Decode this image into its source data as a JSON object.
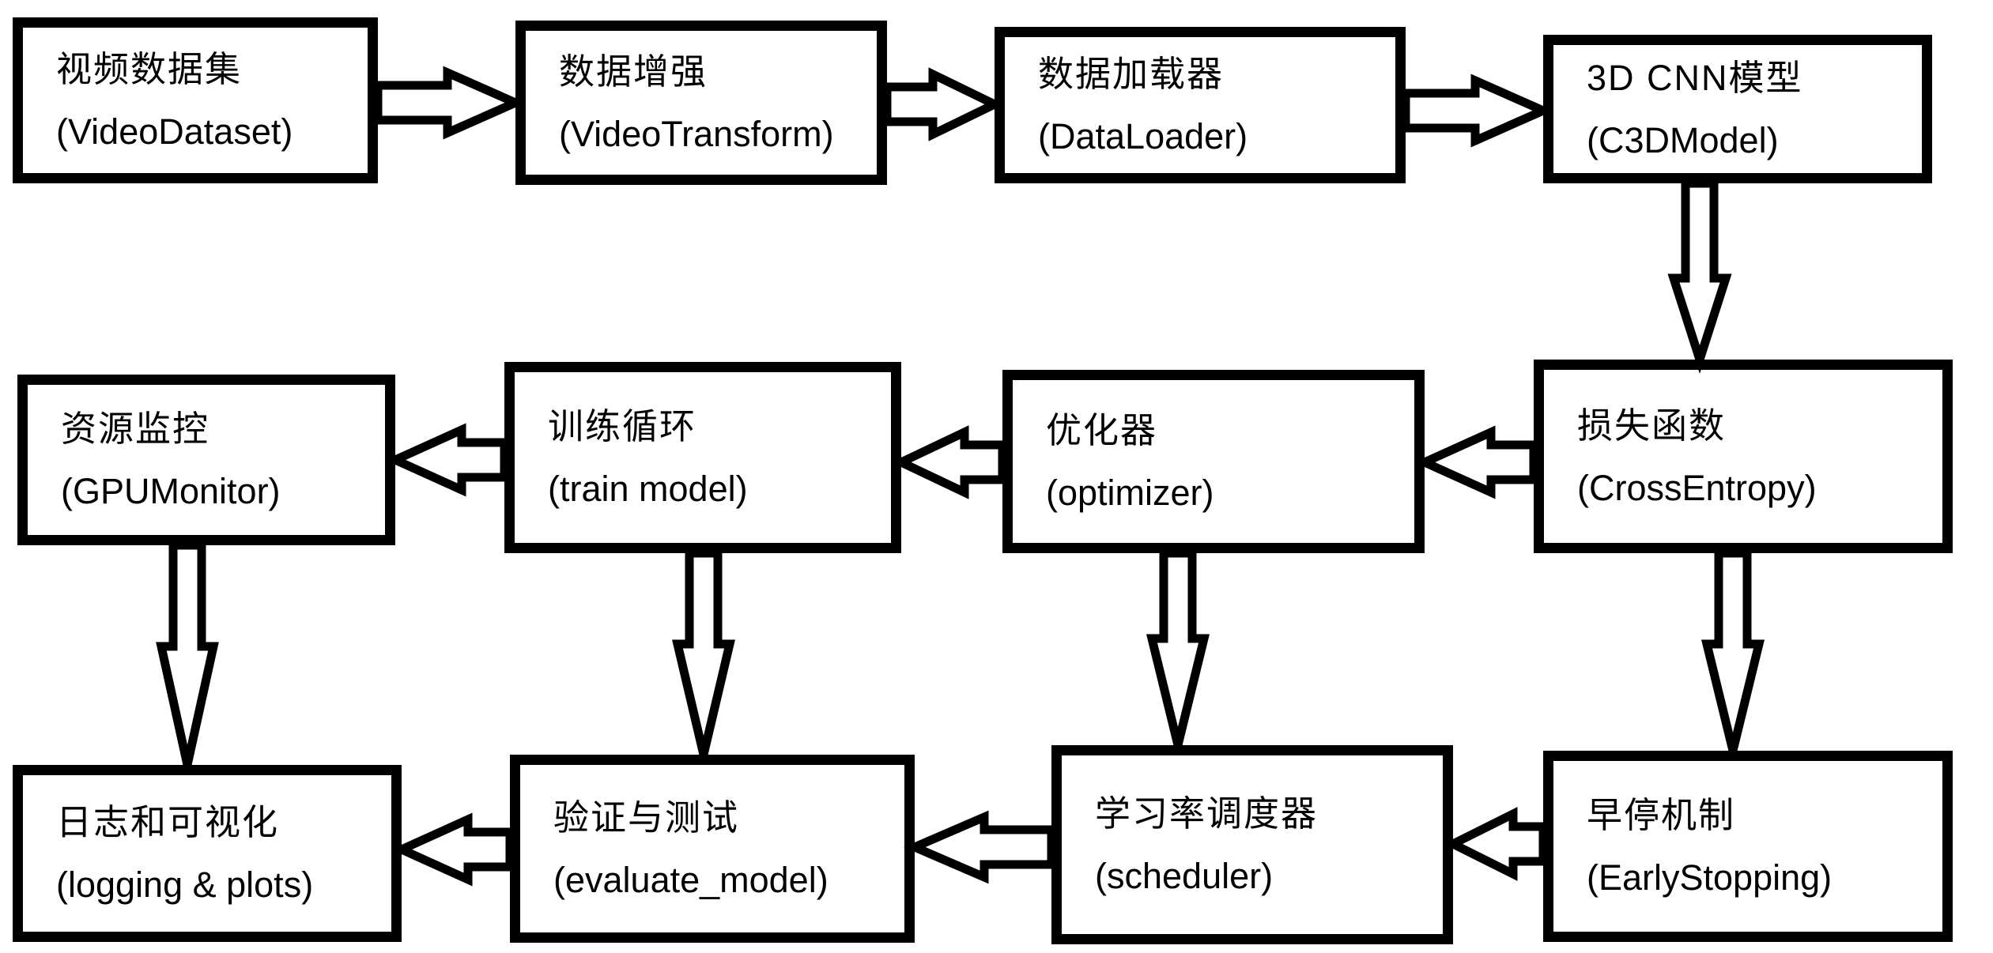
{
  "diagram": {
    "description": "3D CNN video training pipeline flowchart",
    "colors": {
      "node_border": "#000000",
      "node_fill": "#ffffff",
      "text": "#000000",
      "background": "#ffffff",
      "arrow_outline": "#000000",
      "arrow_fill": "#ffffff"
    },
    "nodes": [
      {
        "zh": "视频数据集",
        "en": "(VideoDataset)"
      },
      {
        "zh": "数据增强",
        "en": "(VideoTransform)"
      },
      {
        "zh": "数据加载器",
        "en": "(DataLoader)"
      },
      {
        "zh": "3D CNN模型",
        "en": "(C3DModel)"
      },
      {
        "zh": "损失函数",
        "en": "(CrossEntropy)"
      },
      {
        "zh": "优化器",
        "en": "(optimizer)"
      },
      {
        "zh": "训练循环",
        "en": "(train model)"
      },
      {
        "zh": "资源监控",
        "en": "(GPUMonitor)"
      },
      {
        "zh": "日志和可视化",
        "en": "(logging & plots)"
      },
      {
        "zh": "验证与测试",
        "en": "(evaluate_model)"
      },
      {
        "zh": "学习率调度器",
        "en": "(scheduler)"
      },
      {
        "zh": "早停机制",
        "en": "(EarlyStopping)"
      }
    ],
    "edges": [
      {
        "from": "VideoDataset",
        "to": "VideoTransform",
        "direction": "right"
      },
      {
        "from": "VideoTransform",
        "to": "DataLoader",
        "direction": "right"
      },
      {
        "from": "DataLoader",
        "to": "C3DModel",
        "direction": "right"
      },
      {
        "from": "C3DModel",
        "to": "CrossEntropy",
        "direction": "down"
      },
      {
        "from": "CrossEntropy",
        "to": "optimizer",
        "direction": "left"
      },
      {
        "from": "optimizer",
        "to": "train model",
        "direction": "left"
      },
      {
        "from": "train model",
        "to": "GPUMonitor",
        "direction": "left"
      },
      {
        "from": "GPUMonitor",
        "to": "logging & plots",
        "direction": "down"
      },
      {
        "from": "train model",
        "to": "evaluate_model",
        "direction": "down"
      },
      {
        "from": "optimizer",
        "to": "scheduler",
        "direction": "down"
      },
      {
        "from": "CrossEntropy",
        "to": "EarlyStopping",
        "direction": "down"
      },
      {
        "from": "EarlyStopping",
        "to": "scheduler",
        "direction": "left"
      },
      {
        "from": "scheduler",
        "to": "evaluate_model",
        "direction": "left"
      },
      {
        "from": "evaluate_model",
        "to": "logging & plots",
        "direction": "left"
      }
    ]
  }
}
